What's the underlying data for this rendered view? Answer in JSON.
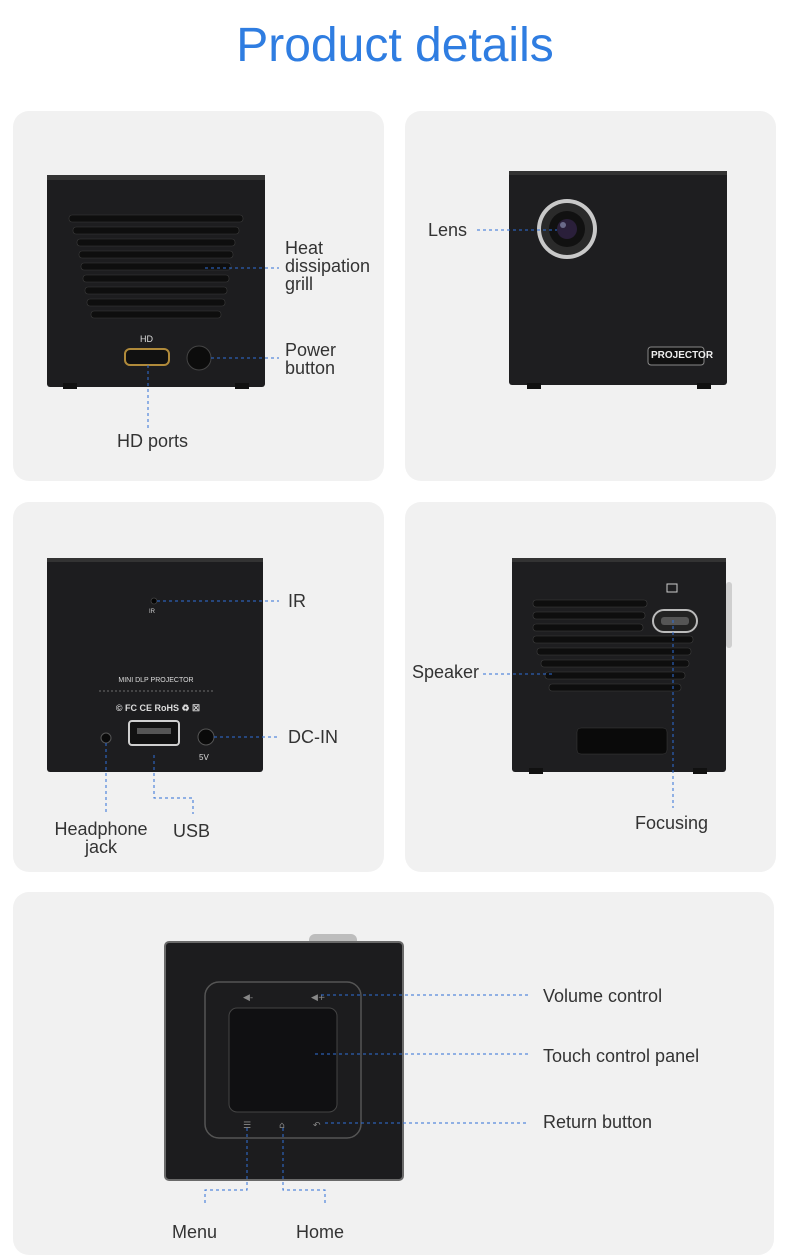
{
  "page": {
    "title": "Product details"
  },
  "panels": {
    "back_top": {
      "hd_mark": "HD",
      "labels": {
        "heat_line1": "Heat",
        "heat_line2": "dissipation",
        "heat_line3": "grill",
        "power_line1": "Power",
        "power_line2": "button",
        "hd_ports": "HD  ports"
      }
    },
    "front": {
      "labels": {
        "lens": "Lens"
      },
      "badge": "PROJECTOR"
    },
    "rear": {
      "ir_mark": "IR",
      "model_text": "MINI DLP PROJECTOR",
      "cert_text": "© FC CE RoHS ♻ ☒",
      "voltage_text": "5V",
      "labels": {
        "ir": "IR",
        "dcin": "DC-IN",
        "headphone_line1": "Headphone",
        "headphone_line2": "jack",
        "usb": "USB"
      }
    },
    "side": {
      "labels": {
        "speaker": "Speaker",
        "focusing": "Focusing"
      }
    },
    "top": {
      "labels": {
        "volume": "Volume control",
        "touch": "Touch control panel",
        "return": "Return button",
        "menu": "Menu",
        "home": "Home"
      }
    }
  },
  "colors": {
    "title": "#2f7de1",
    "leader": "#2f6fd8",
    "panel_bg": "#f1f1f1",
    "device": "#1c1c1e"
  }
}
